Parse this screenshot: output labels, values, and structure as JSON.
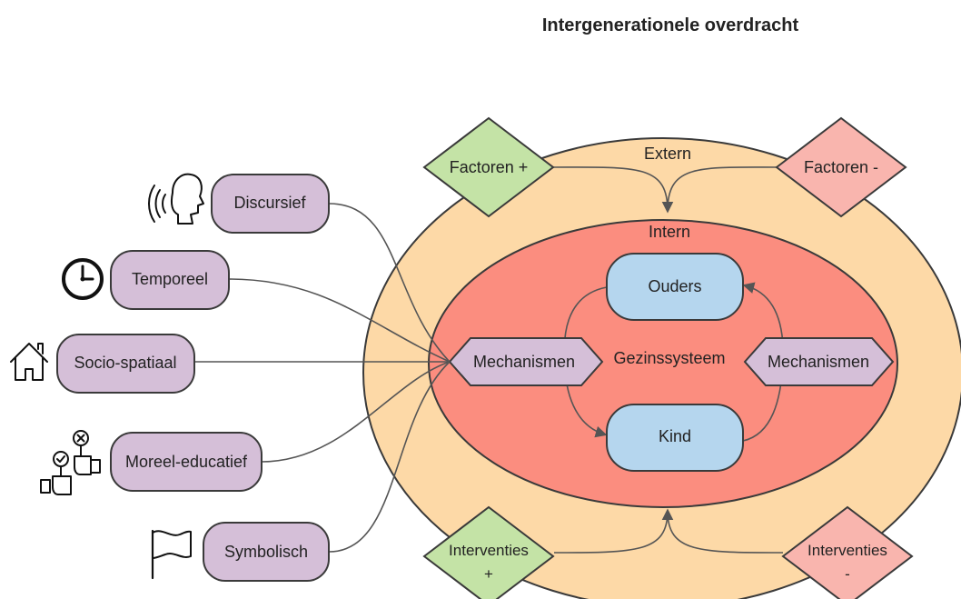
{
  "title": "Intergenerationele overdracht",
  "regions": {
    "outer": "Extern",
    "inner": "Intern",
    "core": "Gezinssysteem"
  },
  "nodes": {
    "ouders": "Ouders",
    "kind": "Kind",
    "mechanism_left": "Mechanismen",
    "mechanism_right": "Mechanismen"
  },
  "factors": {
    "positive": "Factoren +",
    "negative": "Factoren -"
  },
  "interventions": {
    "positive": [
      "Interventies",
      "+"
    ],
    "negative": [
      "Interventies",
      "-"
    ]
  },
  "categories": [
    {
      "label": "Discursief",
      "icon": "speaking-head-icon"
    },
    {
      "label": "Temporeel",
      "icon": "clock-icon"
    },
    {
      "label": "Socio-spatiaal",
      "icon": "house-icon"
    },
    {
      "label": "Moreel-educatief",
      "icon": "moral-hands-icon"
    },
    {
      "label": "Symbolisch",
      "icon": "flag-icon"
    }
  ],
  "colors": {
    "outer_fill": "#fdd9a7",
    "inner_fill": "#fb8d7f",
    "core_node": "#b5d6ee",
    "positive": "#c4e3a6",
    "negative": "#f9b5ae",
    "category": "#d5bfd8",
    "mechanism": "#d5bfd8"
  }
}
